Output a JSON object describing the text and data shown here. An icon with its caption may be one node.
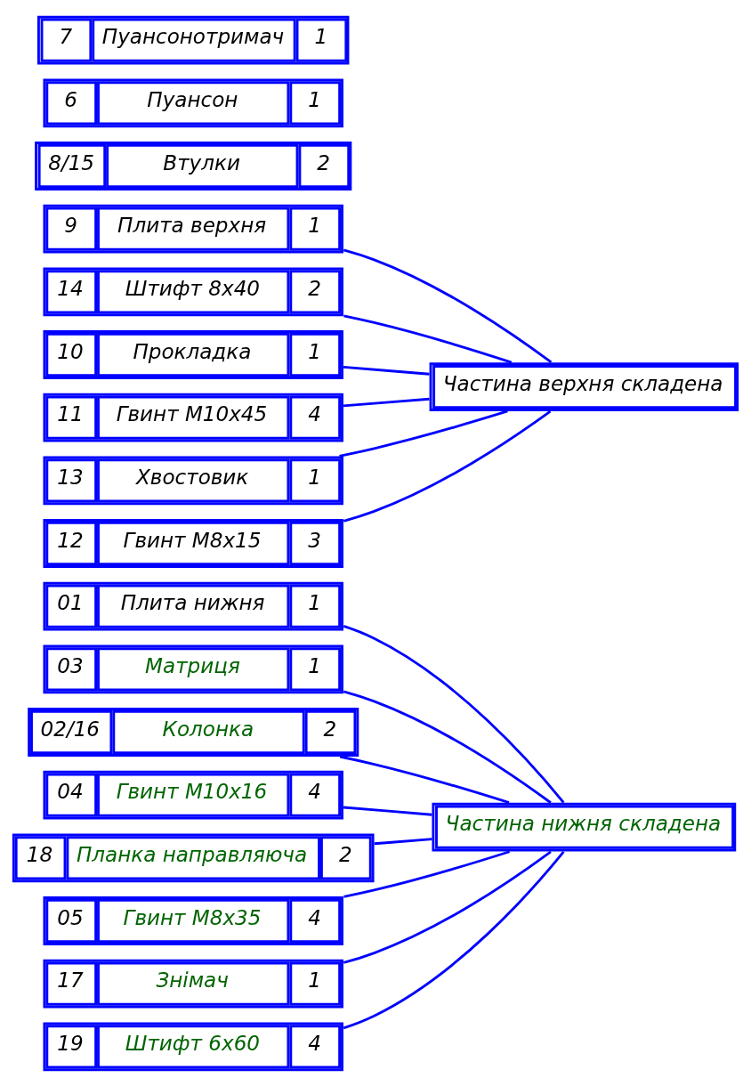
{
  "diagram": {
    "nodes": [
      {
        "text": [
          "01",
          "Плита нижня",
          "1"
        ]
      },
      {
        "text": [
          "03",
          "Матриця",
          "1"
        ]
      },
      {
        "text": [
          "02/16",
          "Колонка",
          "2"
        ]
      },
      {
        "text": [
          "04",
          "Гвинт M10x16",
          "4"
        ]
      },
      {
        "text": [
          "18",
          "Планка направляюча",
          "2"
        ]
      },
      {
        "text": [
          "05",
          "Гвинт M8x35",
          "4"
        ]
      },
      {
        "text": [
          "17",
          "Знімач",
          "1"
        ]
      },
      {
        "text": [
          "19",
          "Штифт 6x60",
          "4"
        ]
      },
      {
        "text": [
          "Частина нижня складена"
        ]
      },
      {
        "text": [
          "9",
          "Плита верхня",
          "1"
        ]
      },
      {
        "text": [
          "8/15",
          "Втулки",
          "2"
        ]
      },
      {
        "text": [
          "6",
          "Пуансон",
          "1"
        ]
      },
      {
        "text": [
          "7",
          "Пуансонотримач",
          "1"
        ]
      },
      {
        "text": [
          "14",
          "Штифт 8x40",
          "2"
        ]
      },
      {
        "text": [
          "10",
          "Прокладка",
          "1"
        ]
      },
      {
        "text": [
          "11",
          "Гвинт M10x45",
          "4"
        ]
      },
      {
        "text": [
          "13",
          "Хвостовик",
          "1"
        ]
      },
      {
        "text": [
          "12",
          "Гвинт M8x15",
          "3"
        ]
      },
      {
        "text": [
          "Частина верхня складена"
        ]
      }
    ],
    "edges": [
      {
        "from": 0,
        "to": 8,
        "arrow": "none"
      },
      {
        "from": 1,
        "to": 8,
        "arrow": "none"
      },
      {
        "from": 2,
        "to": 8,
        "arrow": "none"
      },
      {
        "from": 3,
        "to": 8,
        "arrow": "none"
      },
      {
        "from": 4,
        "to": 8,
        "arrow": "none"
      },
      {
        "from": 5,
        "to": 8,
        "arrow": "none"
      },
      {
        "from": 6,
        "to": 8,
        "arrow": "none"
      },
      {
        "from": 7,
        "to": 8,
        "arrow": "none"
      },
      {
        "from": 9,
        "to": 18,
        "arrow": "none"
      },
      {
        "from": 13,
        "to": 18,
        "arrow": "none"
      },
      {
        "from": 14,
        "to": 18,
        "arrow": "none"
      },
      {
        "from": 15,
        "to": 18,
        "arrow": "none"
      },
      {
        "from": 16,
        "to": 18,
        "arrow": "none"
      },
      {
        "from": 17,
        "to": 18,
        "arrow": "none"
      }
    ]
  }
}
